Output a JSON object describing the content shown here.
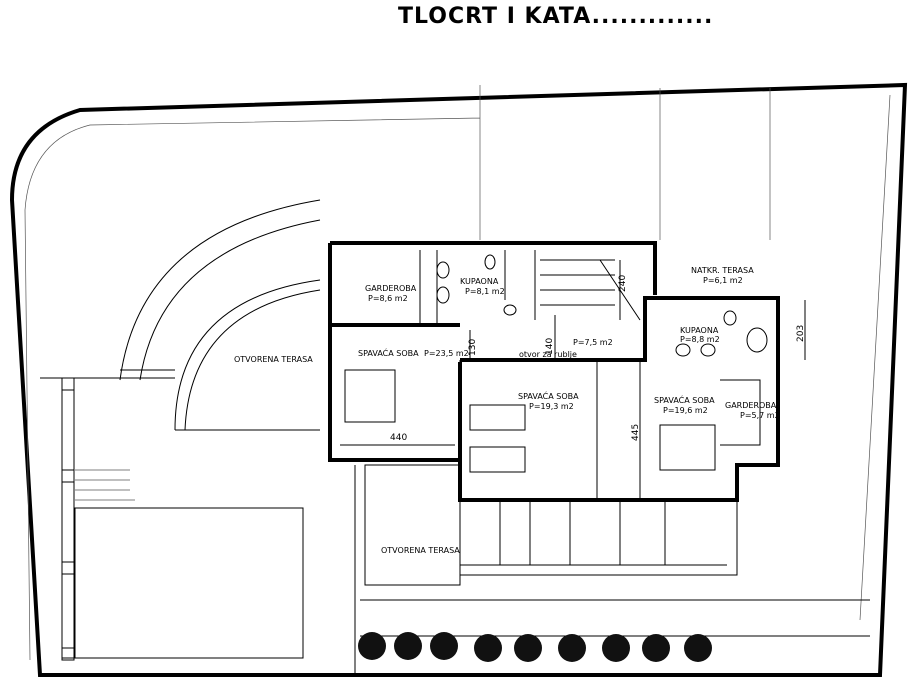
{
  "title": "TLOCRT  I KATA.............",
  "rooms": {
    "garderoba1": {
      "name": "GARDEROBA",
      "area": "P=8,6 m2"
    },
    "kupaona1": {
      "name": "KUPAONA",
      "area": "P=8,1 m2"
    },
    "hall": {
      "area": "P=7,5 m2",
      "note": "otvor za rublje"
    },
    "spavaca1": {
      "name": "SPAVAĆA SOBA",
      "area": "P=23,5 m2"
    },
    "natkr_terasa": {
      "name": "NATKR. TERASA",
      "area": "P=6,1 m2"
    },
    "kupaona2": {
      "name": "KUPAONA",
      "area": "P=8,8 m2"
    },
    "spavaca2": {
      "name": "SPAVAĆA SOBA",
      "area": "P=19,3 m2"
    },
    "spavaca3": {
      "name": "SPAVAĆA SOBA",
      "area": "P=19,6 m2"
    },
    "garderoba2": {
      "name": "GARDEROBA",
      "area": "P=5,7 m2"
    },
    "terasa1": {
      "name": "OTVORENA TERASA"
    },
    "terasa2": {
      "name": "OTVORENA TERASA"
    }
  },
  "dimensions": {
    "d240": "240",
    "d130": "130",
    "d140": "140",
    "d203": "203",
    "d440": "440",
    "d445": "445"
  }
}
